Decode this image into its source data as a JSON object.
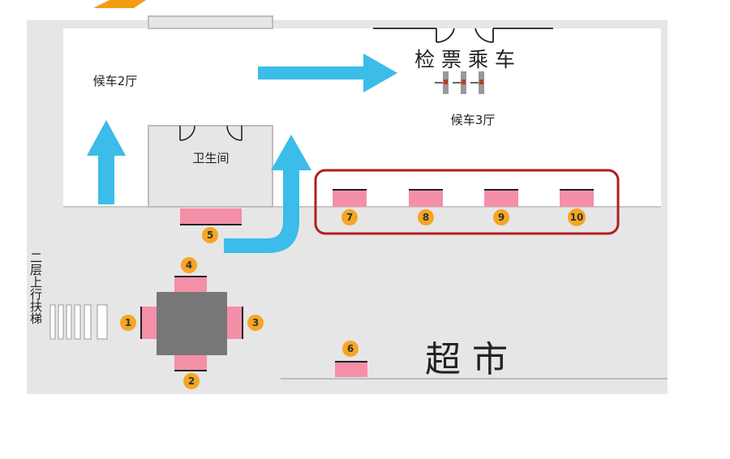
{
  "labels": {
    "hall2": "候车2厅",
    "hall3": "候车3厅",
    "restroom": "卫生间",
    "ticket_check": "检 票 乘 车",
    "supermarket": "超 市",
    "escalator": "二层上行扶梯"
  },
  "markers": {
    "m1": "1",
    "m2": "2",
    "m3": "3",
    "m4": "4",
    "m5": "5",
    "m6": "6",
    "m7": "7",
    "m8": "8",
    "m9": "9",
    "m10": "10"
  },
  "colors": {
    "arrow": "#3bbce9",
    "marker": "#f5a623",
    "counter": "#f48fa8",
    "highlight": "#b01e23",
    "floor": "#e6e6e6",
    "hall": "#ffffff",
    "pillar": "#777777"
  },
  "icons": {
    "arrow": "arrow",
    "gate": "ticket-gate-icon",
    "door": "door-icon"
  }
}
